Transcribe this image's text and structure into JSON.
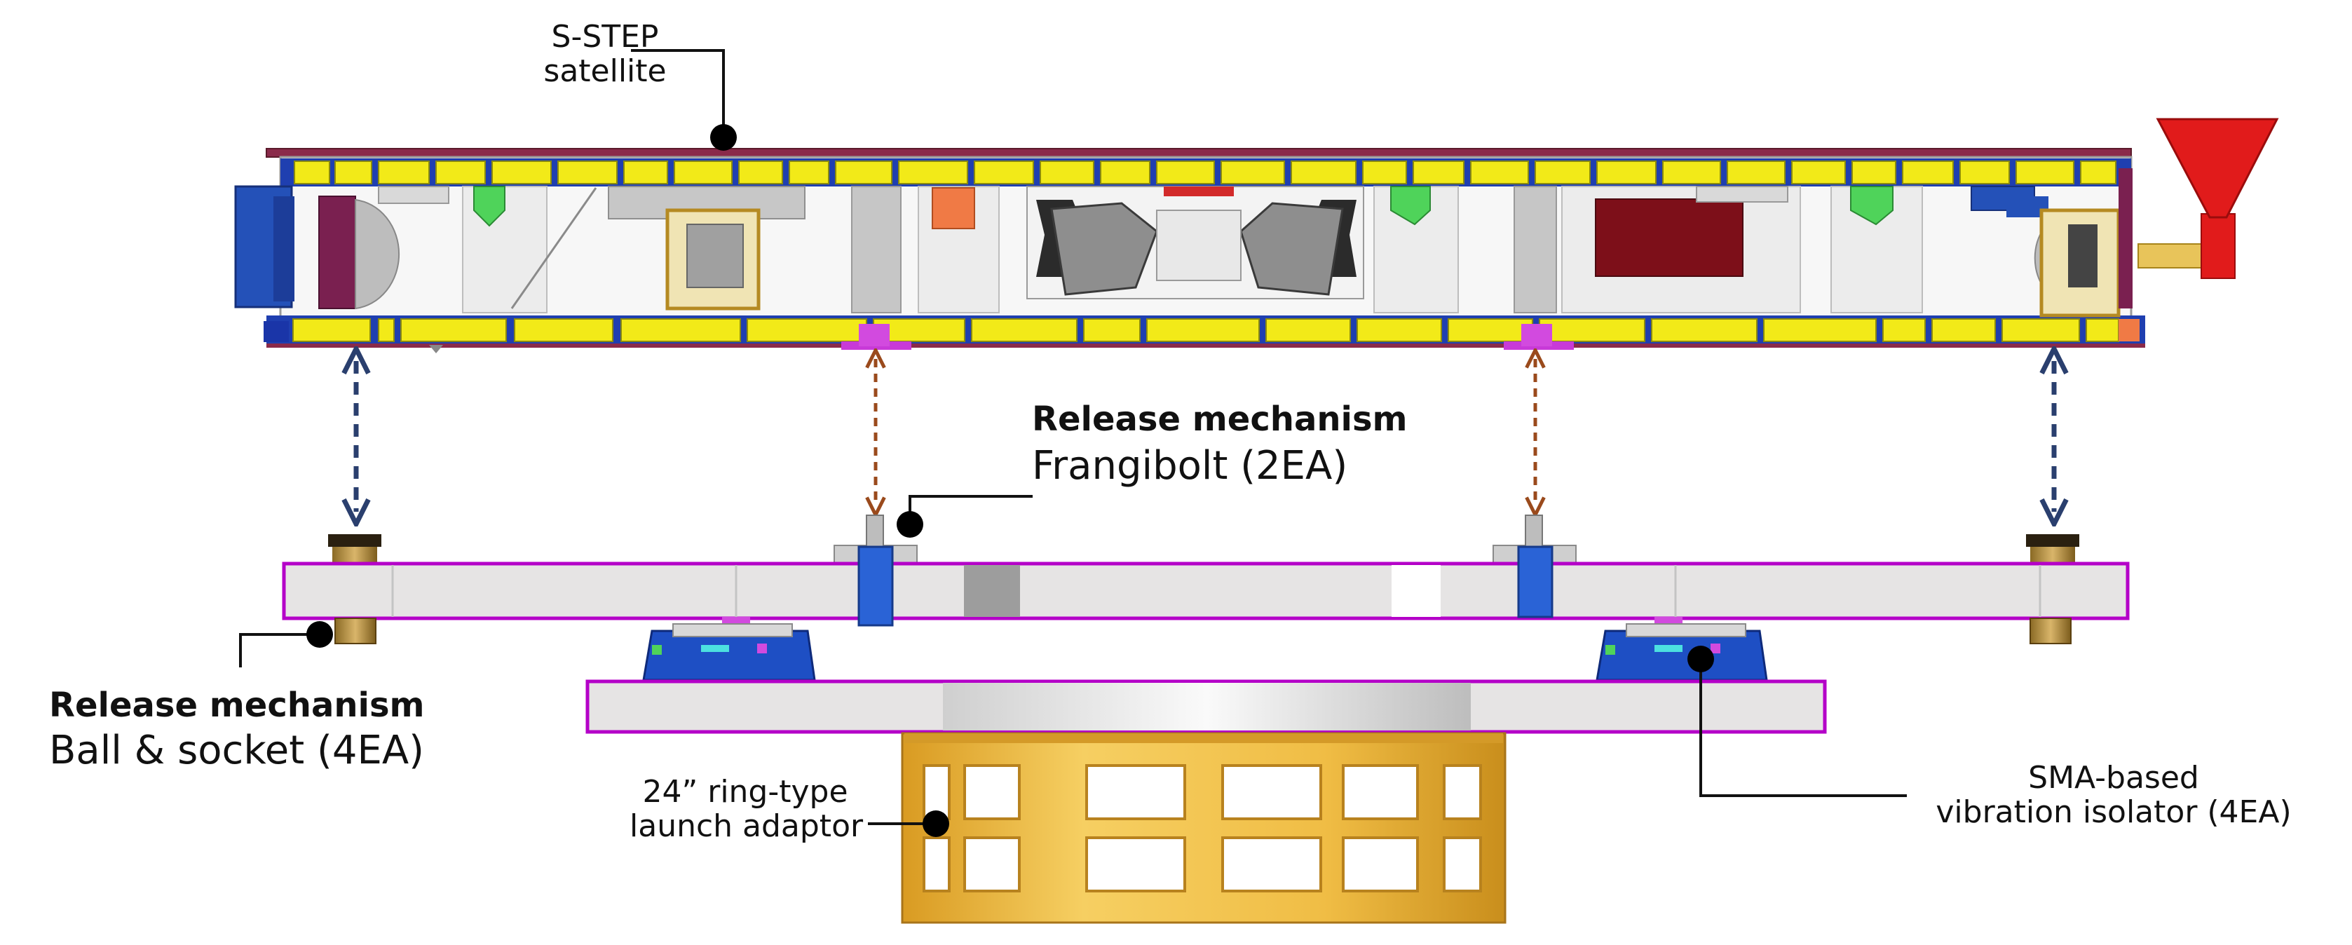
{
  "labels": {
    "satellite_line1": "S-STEP",
    "satellite_line2": "satellite",
    "frangibolt_title": "Release mechanism",
    "frangibolt_desc": "Frangibolt (2EA)",
    "ball_socket_title": "Release mechanism",
    "ball_socket_desc": "Ball & socket (4EA)",
    "adaptor_line1": "24” ring-type",
    "adaptor_line2": "launch adaptor",
    "isolator_line1": "SMA-based",
    "isolator_line2": "vibration isolator (4EA)"
  },
  "colors": {
    "panel_yellow": "#f2ea18",
    "panel_blue": "#1f3fb0",
    "frame_maroon": "#7a1a3a",
    "plate_gray": "#e6e4e4",
    "plate_edge": "#b400c8",
    "ring_gold": "#e7b13a",
    "ring_gold_dark": "#c98e1c",
    "antenna_red": "#e11b1b",
    "arrow_navy": "#2a3f6e",
    "arrow_brown": "#9a4a1c",
    "bolt_blue": "#2a63d6",
    "isolator_blue": "#1e4fc4",
    "dark_red_box": "#7d0f19",
    "green_box": "#4fd35a",
    "orange_box": "#f07a45"
  }
}
